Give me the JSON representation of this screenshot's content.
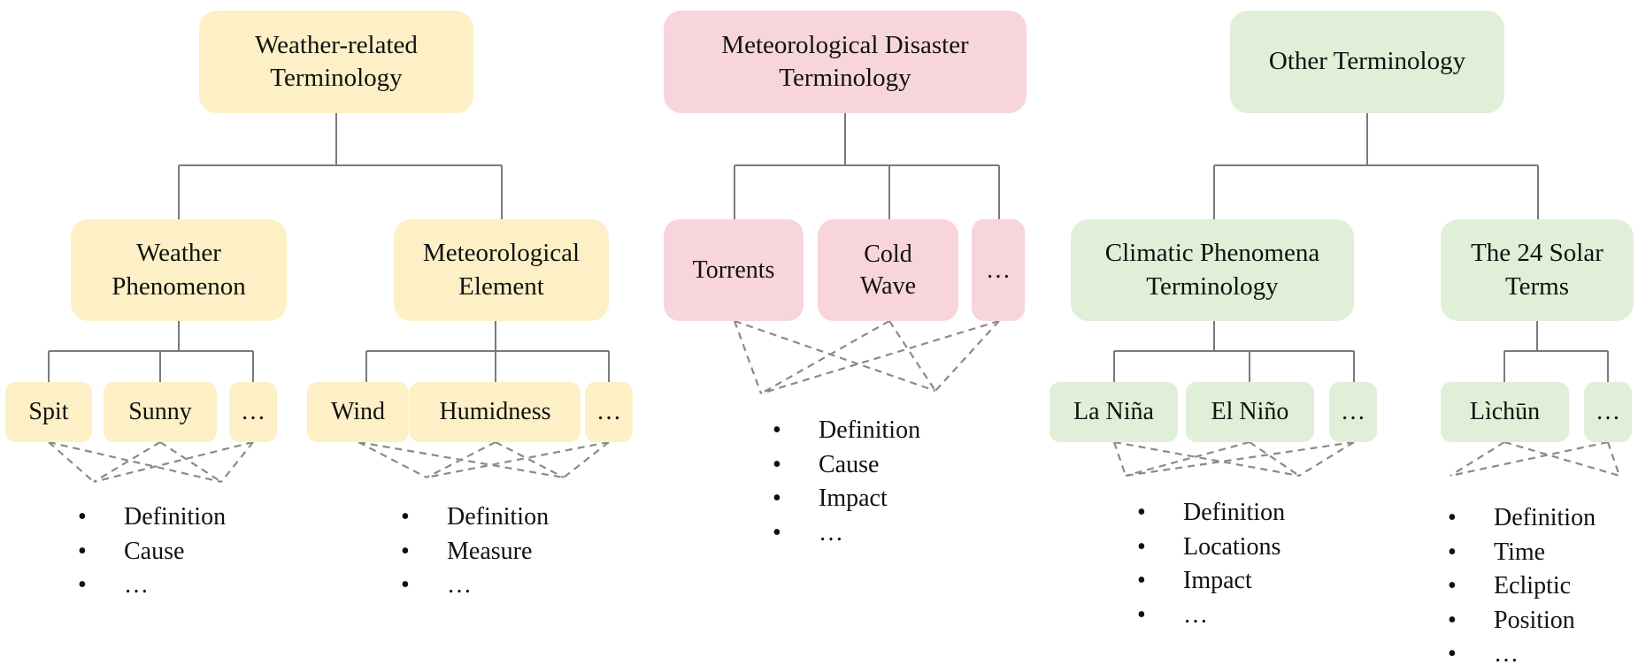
{
  "colors": {
    "yellow": "#fdf0c6",
    "pink": "#f8d5dc",
    "green": "#e0efd7",
    "line": "#7a7a7a"
  },
  "groups": [
    {
      "name": "Weather-related\nTerminology",
      "children": [
        {
          "name": "Weather\nPhenomenon",
          "leaves": [
            "Spit",
            "Sunny",
            "…"
          ],
          "attributes": [
            "Definition",
            "Cause",
            "…"
          ]
        },
        {
          "name": "Meteorological\nElement",
          "leaves": [
            "Wind",
            "Humidness",
            "…"
          ],
          "attributes": [
            "Definition",
            "Measure",
            "…"
          ]
        }
      ]
    },
    {
      "name": "Meteorological Disaster\nTerminology",
      "children": [
        "Torrents",
        "Cold\nWave",
        "…"
      ],
      "attributes": [
        "Definition",
        "Cause",
        "Impact",
        "…"
      ]
    },
    {
      "name": "Other Terminology",
      "children": [
        {
          "name": "Climatic Phenomena\nTerminology",
          "leaves": [
            "La Niña",
            "El Niño",
            "…"
          ],
          "attributes": [
            "Definition",
            "Locations",
            "Impact",
            "…"
          ]
        },
        {
          "name": "The 24 Solar\nTerms",
          "leaves": [
            "Lìchūn",
            "…"
          ],
          "attributes": [
            "Definition",
            "Time",
            "Ecliptic",
            "Position",
            "…"
          ]
        }
      ]
    }
  ]
}
